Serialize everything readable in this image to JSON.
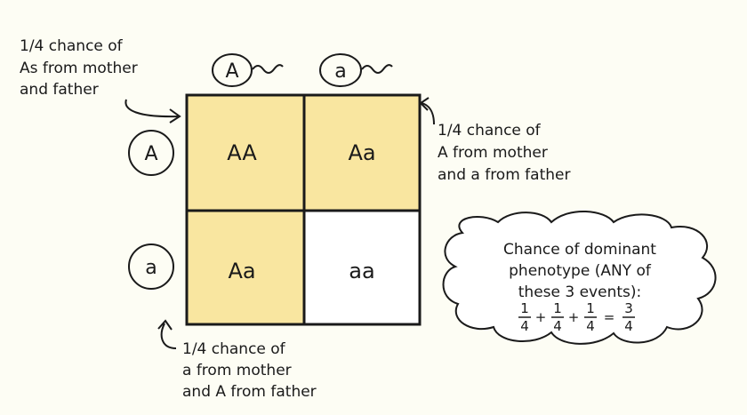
{
  "colors": {
    "background": "#fdfdf4",
    "dominant_fill": "#f9e6a0",
    "recessive_fill": "#ffffff",
    "ink": "#1a1a1a"
  },
  "alleles": {
    "top": [
      "A",
      "a"
    ],
    "left": [
      "A",
      "a"
    ]
  },
  "cells": [
    {
      "text": "AA",
      "dominant": true
    },
    {
      "text": "Aa",
      "dominant": true
    },
    {
      "text": "Aa",
      "dominant": true
    },
    {
      "text": "aa",
      "dominant": false
    }
  ],
  "notes": {
    "top_left": [
      "1/4 chance of",
      "As from mother",
      "and father"
    ],
    "right": [
      "1/4 chance of",
      "A from mother",
      "and a from father"
    ],
    "bottom": [
      "1/4 chance of",
      "a from mother",
      "and A from father"
    ]
  },
  "cloud": {
    "lines": [
      "Chance of dominant",
      "phenotype (ANY of",
      "these  3 events):"
    ],
    "fractions": [
      {
        "num": "1",
        "den": "4"
      },
      {
        "num": "1",
        "den": "4"
      },
      {
        "num": "1",
        "den": "4"
      },
      {
        "num": "3",
        "den": "4"
      }
    ],
    "operators": [
      "+",
      "+",
      "="
    ]
  }
}
